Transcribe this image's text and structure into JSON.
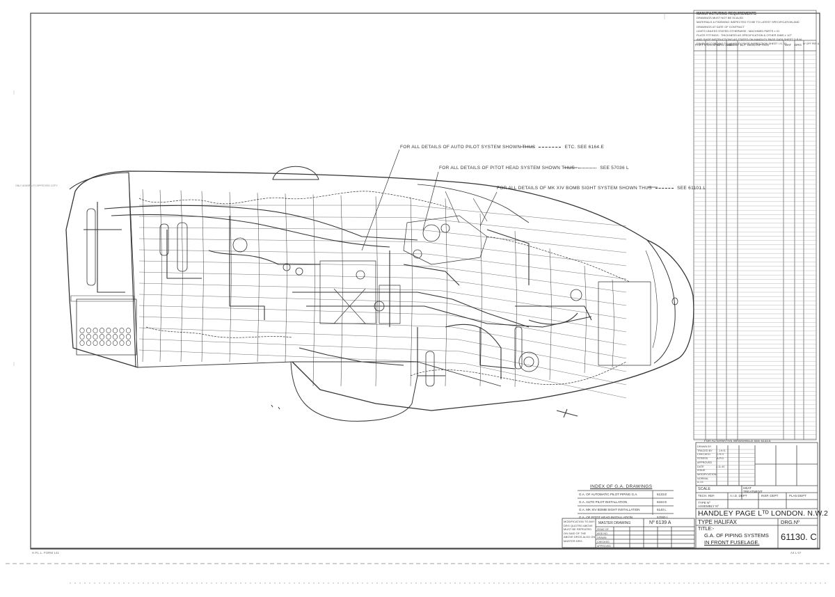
{
  "header": {
    "requirements_title": "MANUFACTURING REQUIREMENTS",
    "requirements_lines": [
      "DRAWINGS MUST NOT BE SCALED",
      "MATERIALS & FINISHING INSPECTED TO BE TO LATEST SPECIFICATION AND",
      "DRAWINGS AT DATE OF CONTRACT",
      "LIMITS UNLESS STATED OTHERWISE : MACHINED PARTS ± 01",
      "PLATE FITTINGS : THICKNESS AS SPECIFICATION & OTHER DIMS ± 1/2°",
      "AND SHOP INSTRUCTIONS AS STATED ON HANDLEY PAGE DATA SHEET D.B.M.",
      "FINISH ACCORDING TO HANDLEY PAGE INSPECTION SHEET I.S. 10"
    ],
    "parts_list_columns": [
      "PART Nº",
      "ON DRG",
      "DRG SIZE",
      "ASSEM- BLY",
      "DESCRIPTION",
      "MAT",
      "DRG",
      "Nº OFF PER A"
    ]
  },
  "callouts": [
    {
      "text": "FOR ALL DETAILS OF AUTO PILOT SYSTEM SHOWN THUS",
      "ref": "ETC. SEE 6164.E"
    },
    {
      "text": "FOR ALL DETAILS OF PITOT HEAD SYSTEM SHOWN THUS",
      "ref": "SEE 57036 L"
    },
    {
      "text": "FOR ALL DETAILS OF MK XIV BOMB SIGHT SYSTEM SHOWN THUS",
      "ref": "SEE 61101.L"
    }
  ],
  "index": {
    "title": "INDEX OF G.A. DRAWINGS",
    "rows": [
      {
        "label": "G.A. OF AUTOMATIC PILOT PIPING G.A.",
        "number": "6133.E"
      },
      {
        "label": "G.A. AUTO PILOT INSTALLATION",
        "number": "6184 E"
      },
      {
        "label": "G.A. MK XIV BOMB SIGHT INSTALLATION",
        "number": "6140 L"
      },
      {
        "label": "G.A. OF PITOT HEAD INSTALLATION",
        "number": "57000 L"
      }
    ]
  },
  "title_block": {
    "alt_note": "FOR ALTERNATIVE WINDSHIELD SEE 6133.E",
    "approval_rows": [
      "DRAWN BY",
      "TRACED BY",
      "CHECKED",
      "STRESS",
      "APPROVED",
      "DATE",
      "ISSUE",
      "MODIFICATION",
      "NORMAL",
      "A.I.D."
    ],
    "approval_values": [
      "",
      "J.H.S.",
      "C.R.G",
      "A.P.G.",
      "",
      "4.11.40",
      "",
      "",
      "",
      ""
    ],
    "scale_label": "SCALE",
    "heat_treatment_label": "HEAT TREATMENT",
    "treatment_cols": [
      "TECH. REF.",
      "A.I.D. DEPT",
      "INSP. DEPT",
      "PLAN DEPT"
    ],
    "type_label": "TYPE Nº",
    "assembly_label": "ASSEMBLY Nº",
    "company": "HANDLEY PAGE Lᵀᴰ LONDON. N.W.2",
    "aircraft_type": "TYPE HALIFAX",
    "drg_no_label": "DRG.Nº",
    "drawing_number": "61130. C",
    "title_label": "TITLE:-",
    "title_line1": "G.A. OF PIPING SYSTEMS",
    "title_line2": "IN FRONT FUSELAGE."
  },
  "master": {
    "note": "MODIFICATION TO ANY DRG QUOTED ABOVE MUST BE REPEATED ON SAID OF THE ABOVE DRGS ALSO ON MASTER DRG.",
    "label": "MASTER DRAWING",
    "number": "Nº 6139 A",
    "sub_rows": [
      "ISSUE OF",
      "MOD No.",
      "DRAWN",
      "CHECKED",
      "APPROVED"
    ]
  },
  "margin": {
    "form_note": "H.P.L.L. FORM 141",
    "side_note": "ONLY ADMIRALTY APPROVED COPY",
    "bottom_right": "A4 L 67"
  }
}
